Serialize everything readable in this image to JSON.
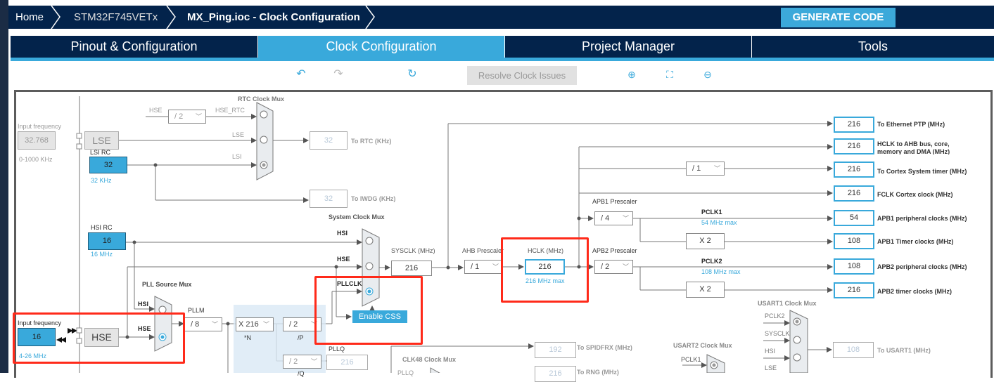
{
  "breadcrumb": {
    "items": [
      "Home",
      "STM32F745VETx",
      "MX_Ping.ioc - Clock Configuration"
    ]
  },
  "generate_label": "GENERATE CODE",
  "tabs": [
    "Pinout & Configuration",
    "Clock Configuration",
    "Project Manager",
    "Tools"
  ],
  "active_tab": "Clock Configuration",
  "toolbar": {
    "resolve_label": "Resolve Clock Issues",
    "icons": [
      "undo-icon",
      "redo-icon",
      "refresh-icon",
      "zoom-in-icon",
      "fit-icon",
      "zoom-out-icon"
    ]
  },
  "colors": {
    "navy": "#03234b",
    "accent": "#39a9db",
    "highlight": "#ff2a1a"
  },
  "lse": {
    "input_label": "Input frequency",
    "value": "32.768",
    "range": "0-1000 KHz",
    "name": "LSE"
  },
  "lsi": {
    "label": "LSI RC",
    "value": "32",
    "unit": "32 KHz"
  },
  "hsi": {
    "label": "HSI RC",
    "value": "16",
    "unit": "16 MHz"
  },
  "hse": {
    "input_label": "Input frequency",
    "value": "16",
    "range": "4-26 MHz",
    "name": "HSE"
  },
  "rtc_mux": {
    "title": "RTC Clock Mux",
    "hse": "HSE",
    "div": "/ 2",
    "hse_rtc": "HSE_RTC",
    "lse": "LSE",
    "lsi": "LSI",
    "rtc_value": "32",
    "rtc_label": "To RTC (KHz)",
    "iwdg_value": "32",
    "iwdg_label": "To IWDG (KHz)"
  },
  "pll": {
    "src_title": "PLL Source Mux",
    "hsi": "HSI",
    "hse": "HSE",
    "pllm_label": "PLLM",
    "pllm": "/ 8",
    "n": "X 216",
    "n_label": "*N",
    "p": "/ 2",
    "p_label": "/P",
    "q": "/ 2",
    "q_label": "/Q",
    "pllq_label": "PLLQ",
    "pllq_value": "216"
  },
  "sys_mux": {
    "title": "System Clock Mux",
    "hsi": "HSI",
    "hse": "HSE",
    "pllclk": "PLLCLK",
    "enable_css": "Enable CSS",
    "selected": "PLLCLK"
  },
  "sysclk": {
    "label": "SYSCLK (MHz)",
    "value": "216"
  },
  "ahb": {
    "label": "AHB Prescaler",
    "value": "/ 1"
  },
  "hclk": {
    "label": "HCLK (MHz)",
    "value": "216",
    "max": "216 MHz max"
  },
  "cortex_div": "/ 1",
  "apb1": {
    "label": "APB1 Prescaler",
    "value": "/ 4",
    "pclk": "PCLK1",
    "max": "54 MHz max",
    "mult": "X 2"
  },
  "apb2": {
    "label": "APB2 Prescaler",
    "value": "/ 2",
    "pclk": "PCLK2",
    "max": "108 MHz max",
    "mult": "X 2"
  },
  "outputs": [
    {
      "value": "216",
      "label": "To Ethernet PTP (MHz)"
    },
    {
      "value": "216",
      "label": "HCLK to AHB bus, core, memory and DMA (MHz)"
    },
    {
      "value": "216",
      "label": "To Cortex System timer (MHz)"
    },
    {
      "value": "216",
      "label": "FCLK Cortex clock (MHz)"
    },
    {
      "value": "54",
      "label": "APB1 peripheral clocks (MHz)"
    },
    {
      "value": "108",
      "label": "APB1 Timer clocks (MHz)"
    },
    {
      "value": "108",
      "label": "APB2 peripheral clocks (MHz)"
    },
    {
      "value": "216",
      "label": "APB2 timer clocks (MHz)"
    }
  ],
  "clk48": {
    "title": "CLK48 Clock Mux",
    "pllq": "PLLQ",
    "spdif_value": "192",
    "spdif_label": "To SPIDFRX (MHz)",
    "rng_value": "216",
    "rng_label": "To RNG (MHz)"
  },
  "usart2": {
    "title": "USART2 Clock Mux",
    "pclk1": "PCLK1"
  },
  "usart1": {
    "title": "USART1 Clock Mux",
    "inputs": [
      "PCLK2",
      "SYSCLK",
      "HSI",
      "LSE"
    ],
    "value": "108",
    "label": "To USART1 (MHz)"
  }
}
